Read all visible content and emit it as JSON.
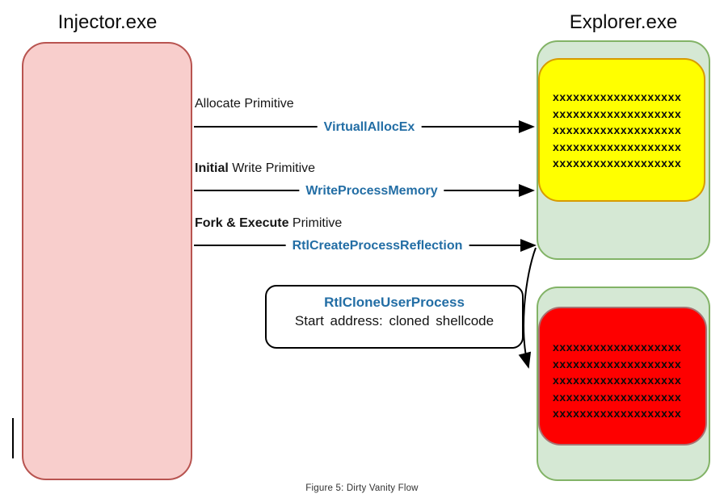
{
  "titles": {
    "injector": "Injector.exe",
    "explorer": "Explorer.exe"
  },
  "steps": [
    {
      "bold": "",
      "rest": "Allocate Primitive",
      "api": "VirtuallAllocEx"
    },
    {
      "bold": "Initial",
      "rest": " Write Primitive",
      "api": "WriteProcessMemory"
    },
    {
      "bold": "Fork & Execute",
      "rest": " Primitive",
      "api": "RtlCreateProcessReflection"
    }
  ],
  "callout": {
    "api": "RtlCloneUserProcess",
    "detail": "Start address: cloned shellcode"
  },
  "yellow_box": {
    "rows": [
      "xxxxxxxxxxxxxxxxxxx",
      "xxxxxxxxxxxxxxxxxxx",
      "xxxxxxxxxxxxxxxxxxx",
      "xxxxxxxxxxxxxxxxxxx",
      "xxxxxxxxxxxxxxxxxxx"
    ]
  },
  "red_box": {
    "rows": [
      "xxxxxxxxxxxxxxxxxxx",
      "xxxxxxxxxxxxxxxxxxx",
      "xxxxxxxxxxxxxxxxxxx",
      "xxxxxxxxxxxxxxxxxxx",
      "xxxxxxxxxxxxxxxxxxx"
    ]
  },
  "caption": "Figure 5: Dirty Vanity Flow",
  "colors": {
    "injector_fill": "#F8CECC",
    "injector_stroke": "#B85450",
    "explorer_fill": "#D5E8D4",
    "explorer_stroke": "#82B366",
    "allocated_memory_fill": "#FFFF00",
    "allocated_memory_stroke": "#D79B00",
    "cloned_memory_fill": "#FE0000",
    "cloned_memory_stroke": "#A87272",
    "api_text": "#236EA5",
    "arrow": "#000000"
  }
}
